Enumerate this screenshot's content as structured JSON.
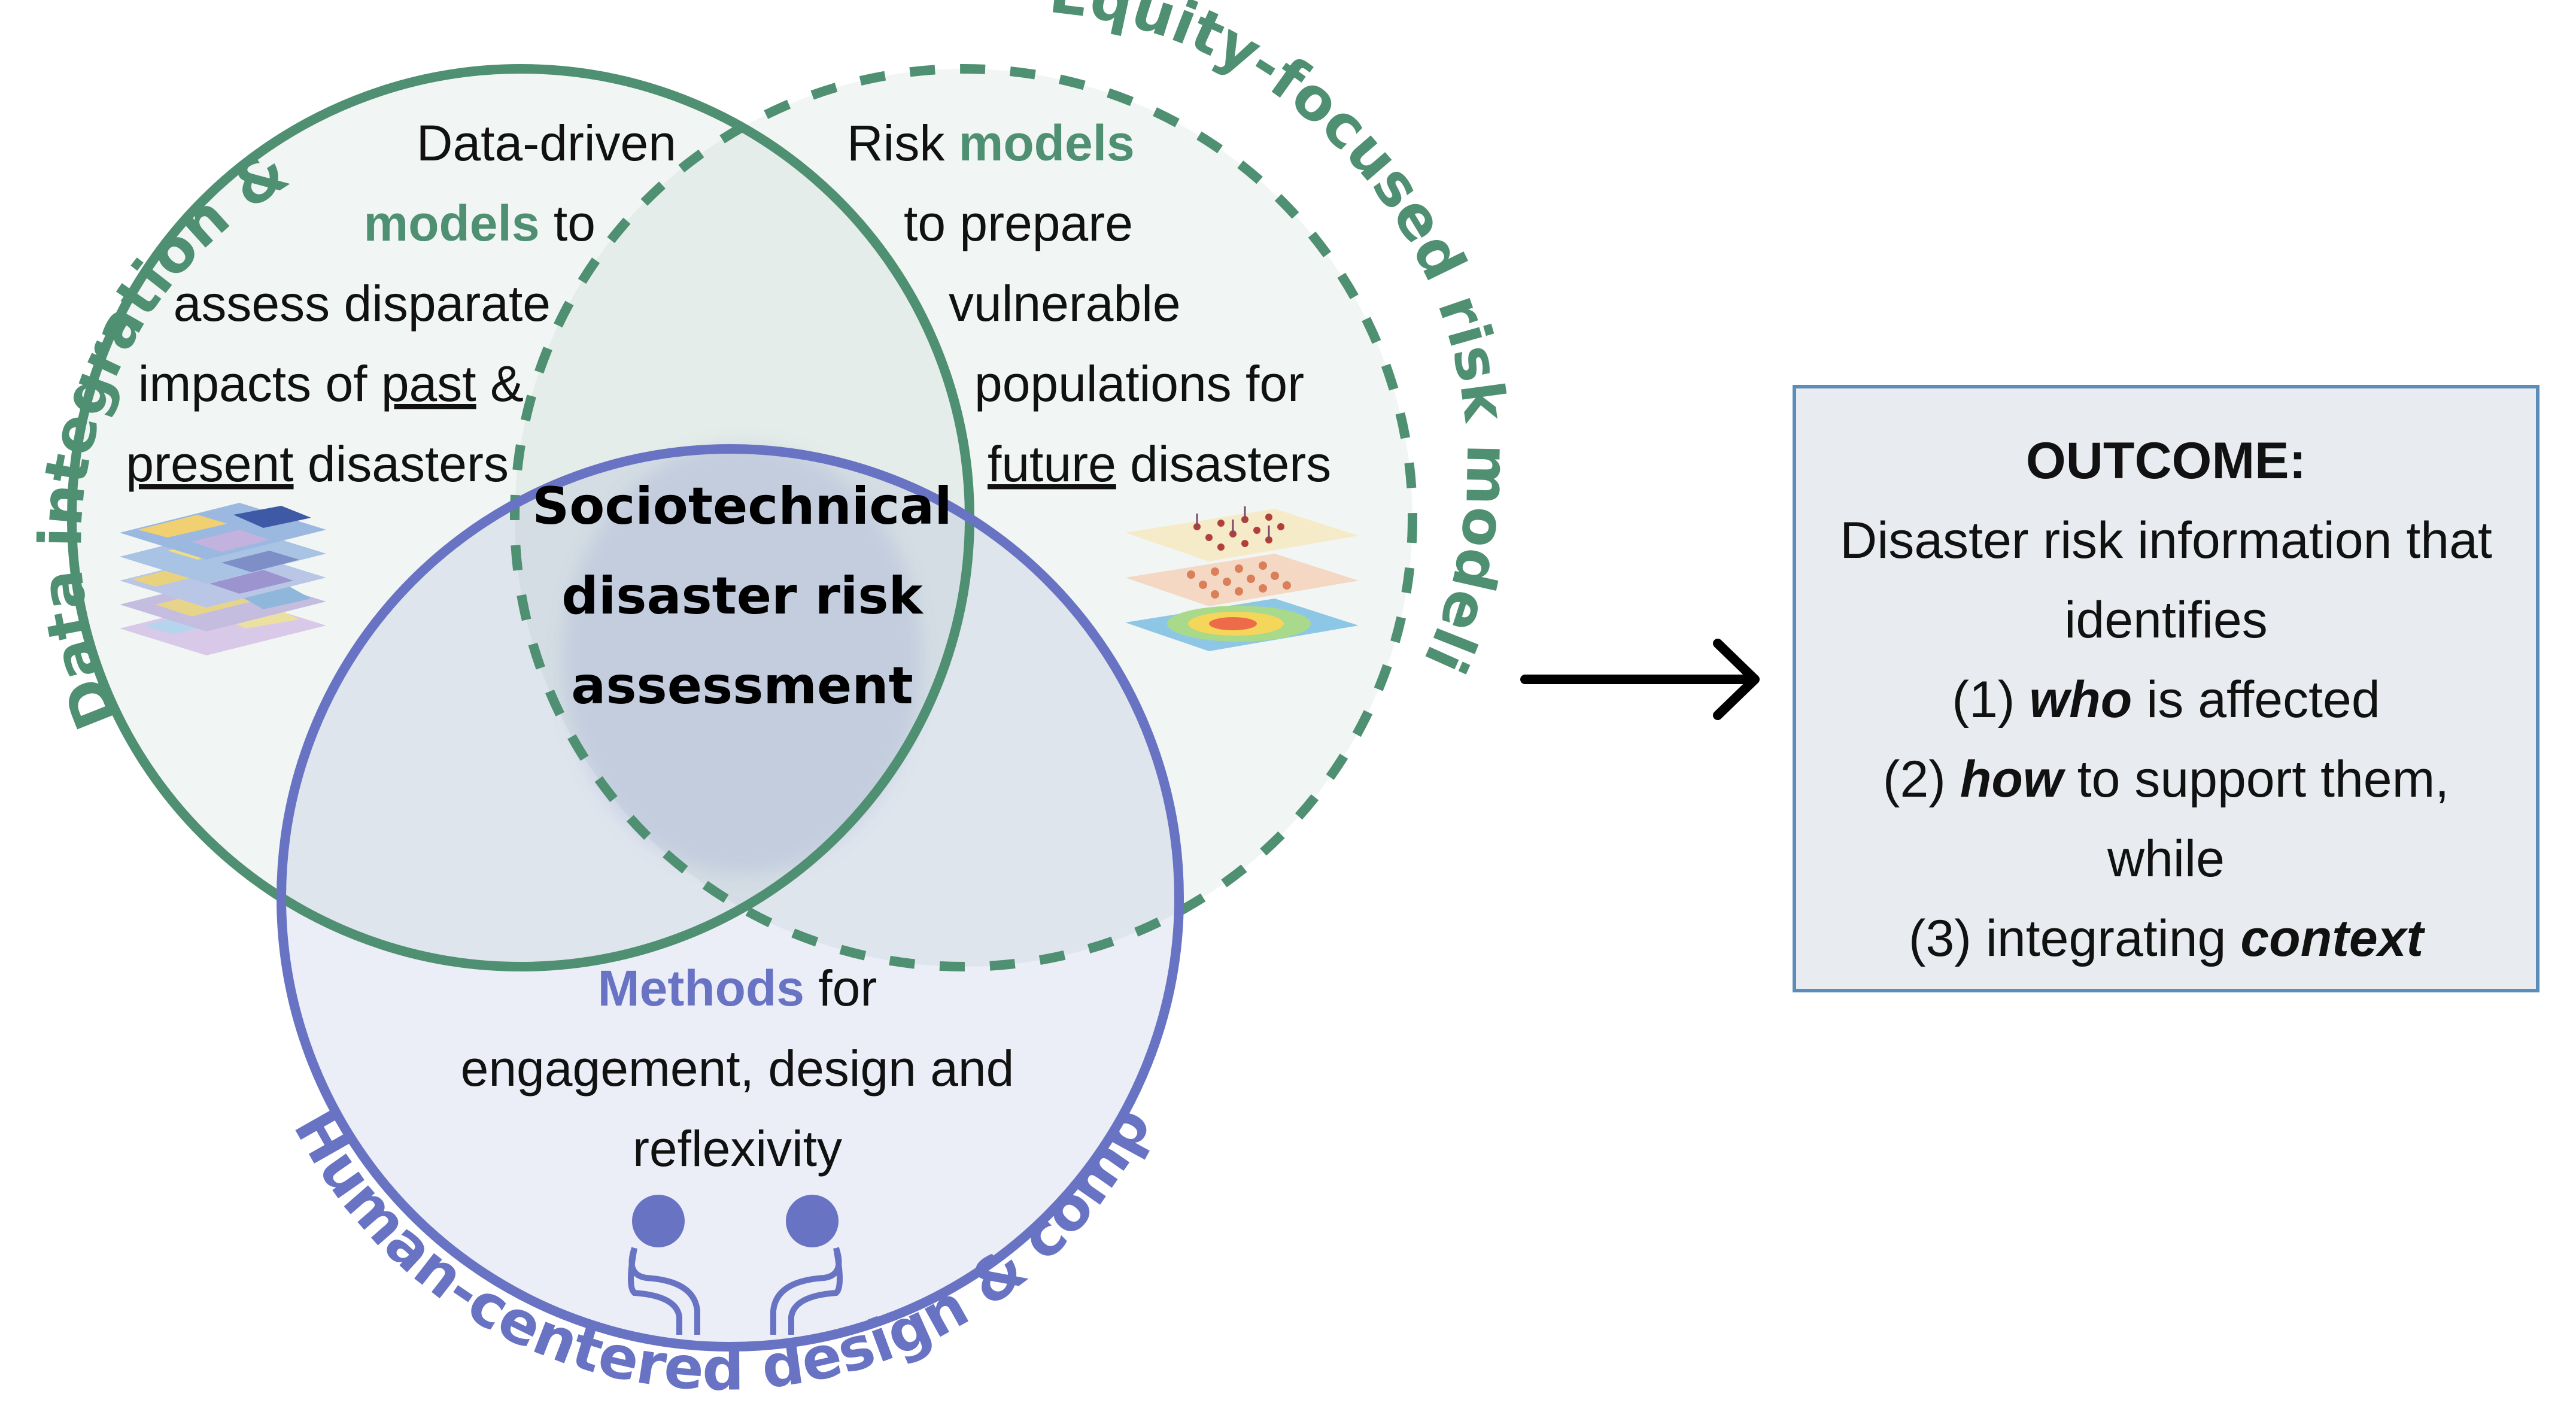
{
  "arc_labels": {
    "data": "Data integration & mining",
    "equity": "Equity-focused risk modeling",
    "human": "Human-centered design & computing"
  },
  "left_text": {
    "l1": "Data-driven",
    "l2_hl": "models",
    "l2_rest": " to",
    "l3": "assess disparate",
    "l4_a": "impacts of ",
    "l4_u": "past",
    "l4_b": " &",
    "l5_u": "present",
    "l5_b": " disasters"
  },
  "right_text": {
    "r1_a": "Risk ",
    "r1_hl": "models",
    "r2": "to prepare",
    "r3": "vulnerable",
    "r4": "populations for",
    "r5_u": "future",
    "r5_b": " disasters"
  },
  "bottom_text": {
    "b1_hl": "Methods",
    "b1_rest": " for",
    "b2": "engagement, design and",
    "b3": "reflexivity"
  },
  "center_text": {
    "c1": "Sociotechnical",
    "c2": "disaster risk",
    "c3": "assessment"
  },
  "outcome": {
    "title": "OUTCOME:",
    "line1": "Disaster risk information that",
    "line2": "identifies",
    "item1_num": "(1) ",
    "item1_em": "who",
    "item1_rest": " is affected",
    "item2_num": "(2) ",
    "item2_em": "how",
    "item2_rest": " to support them,",
    "item2_cont": "while",
    "item3_num": "(3) integrating ",
    "item3_em": "context"
  },
  "colors": {
    "green": "#4f8f72",
    "blue": "#6873c4",
    "box_border": "#5b8db8",
    "box_fill": "#e8ecf0"
  },
  "icons": [
    "data-layers-icon",
    "risk-layers-icon",
    "people-icon",
    "arrow-right-icon"
  ]
}
